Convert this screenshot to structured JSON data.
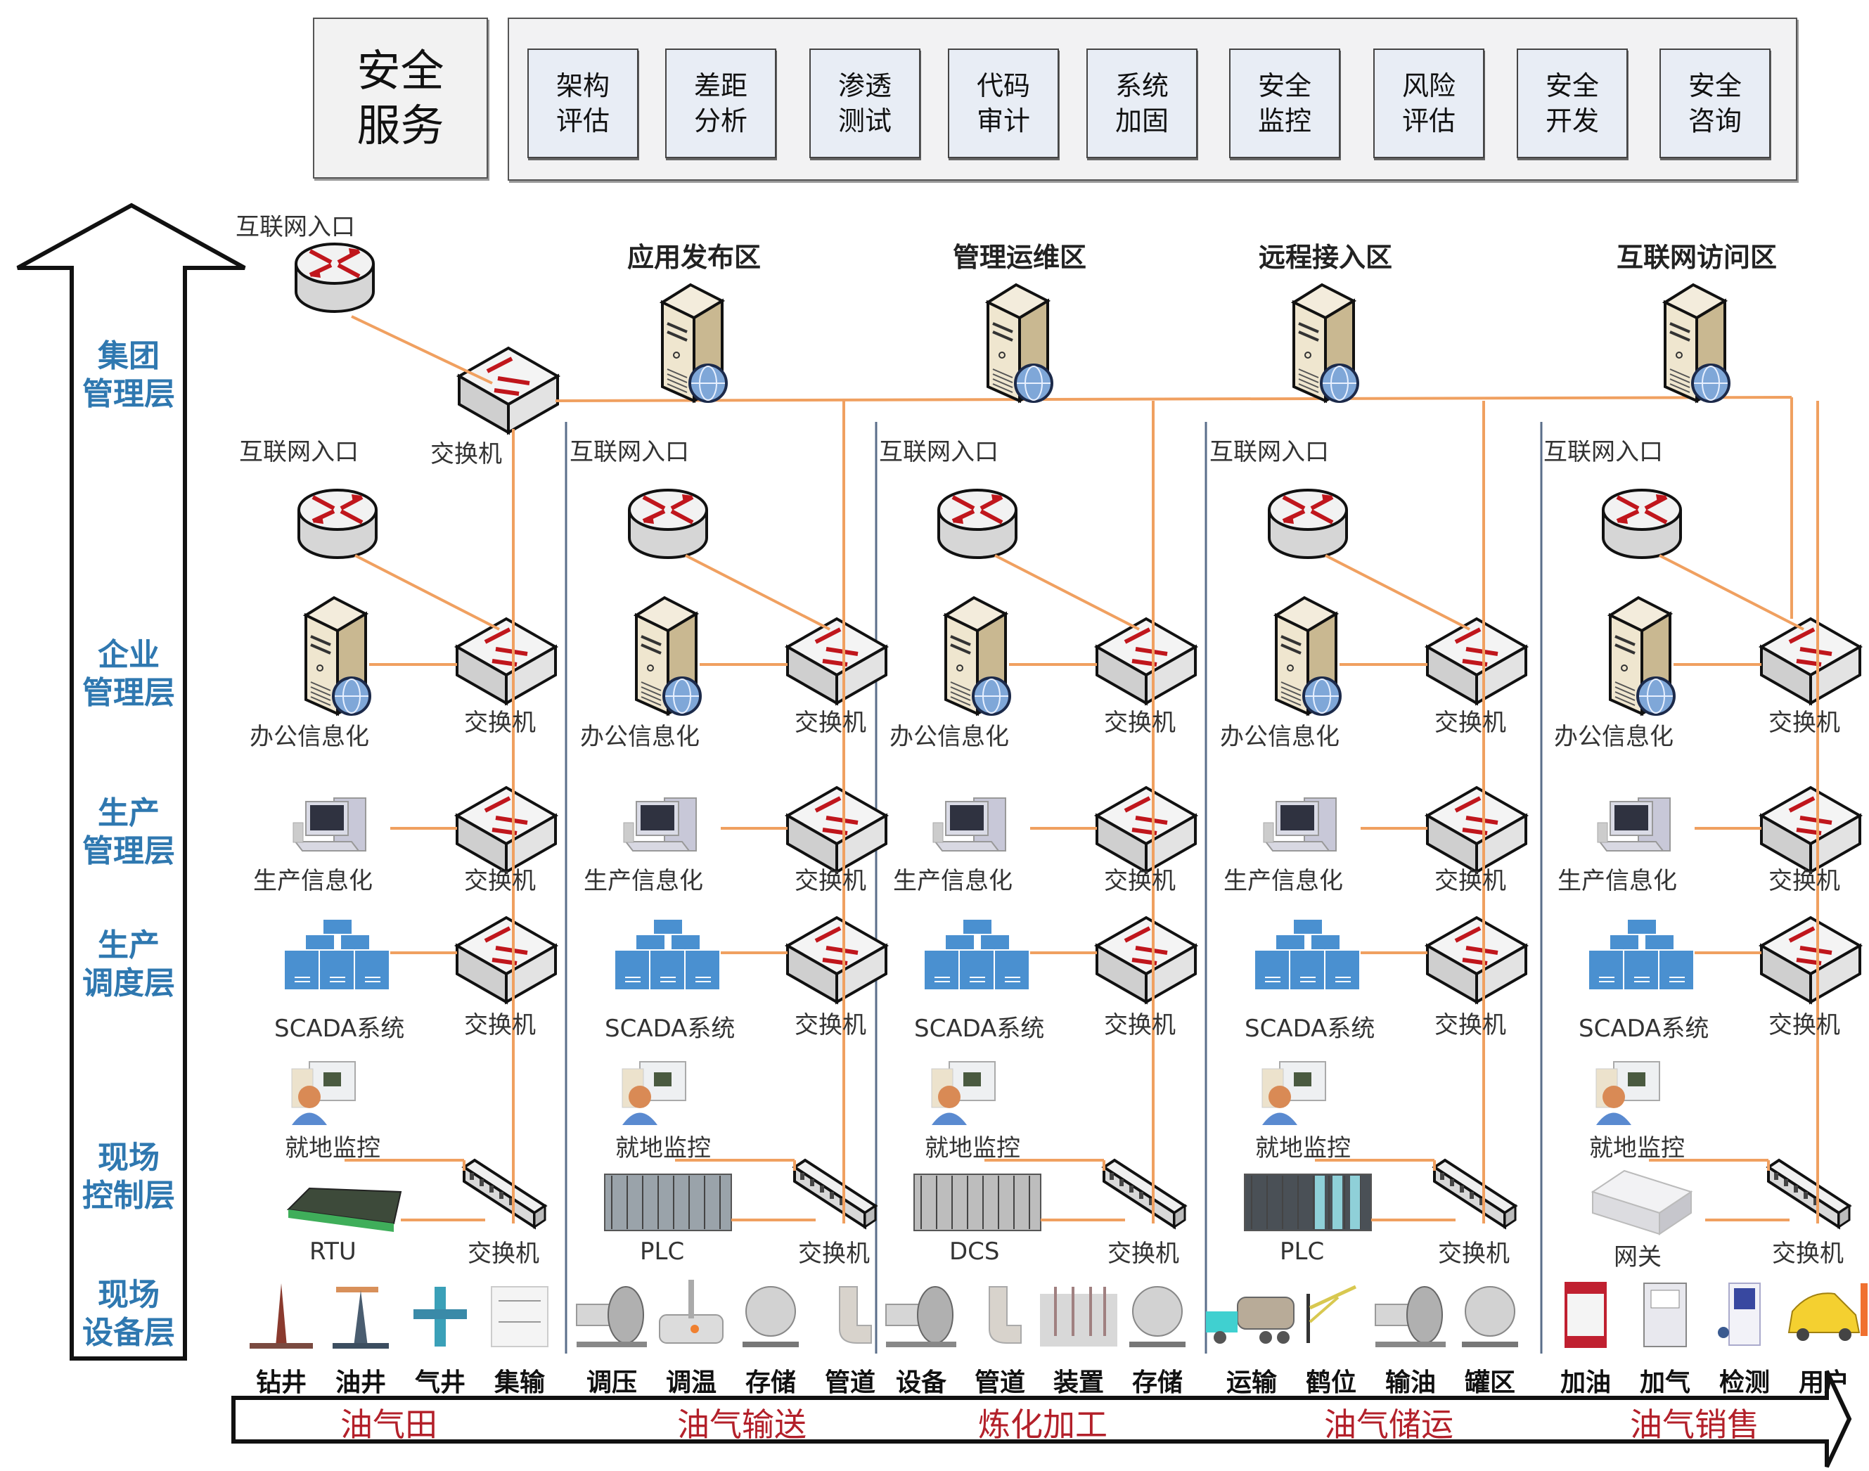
{
  "security_service": {
    "title": "安全\n服务",
    "items": [
      "架构\n评估",
      "差距\n分析",
      "渗透\n测试",
      "代码\n审计",
      "系统\n加固",
      "安全\n监控",
      "风险\n评估",
      "安全\n开发",
      "安全\n咨询"
    ]
  },
  "layers": [
    {
      "label": "集团\n管理层"
    },
    {
      "label": "企业\n管理层"
    },
    {
      "label": "生产\n管理层"
    },
    {
      "label": "生产\n调度层"
    },
    {
      "label": "现场\n控制层"
    },
    {
      "label": "现场\n设备层"
    }
  ],
  "group_level": {
    "internet_entry_label": "互联网入口",
    "core_switch_label": "交换机",
    "zones": [
      "应用发布区",
      "管理运维区",
      "远程接入区",
      "互联网访问区"
    ]
  },
  "sectors": [
    {
      "name": "油气田",
      "internet_entry": "互联网入口",
      "office": "办公信息化",
      "production_info": "生产信息化",
      "scada": "SCADA系统",
      "local_monitor": "就地监控",
      "controller": "RTU",
      "switch": "交换机",
      "equipment": [
        "钻井",
        "油井",
        "气井",
        "集输"
      ]
    },
    {
      "name": "油气输送",
      "internet_entry": "互联网入口",
      "office": "办公信息化",
      "production_info": "生产信息化",
      "scada": "SCADA系统",
      "local_monitor": "就地监控",
      "controller": "PLC",
      "switch": "交换机",
      "equipment": [
        "调压",
        "调温",
        "存储",
        "管道"
      ]
    },
    {
      "name": "炼化加工",
      "internet_entry": "互联网入口",
      "office": "办公信息化",
      "production_info": "生产信息化",
      "scada": "SCADA系统",
      "local_monitor": "就地监控",
      "controller": "DCS",
      "switch": "交换机",
      "equipment": [
        "设备",
        "管道",
        "装置",
        "存储"
      ]
    },
    {
      "name": "油气储运",
      "internet_entry": "互联网入口",
      "office": "办公信息化",
      "production_info": "生产信息化",
      "scada": "SCADA系统",
      "local_monitor": "就地监控",
      "controller": "PLC",
      "switch": "交换机",
      "equipment": [
        "运输",
        "鹤位",
        "输油",
        "罐区"
      ]
    },
    {
      "name": "油气销售",
      "internet_entry": "互联网入口",
      "office": "办公信息化",
      "production_info": "生产信息化",
      "scada": "SCADA系统",
      "local_monitor": "就地监控",
      "controller": "网关",
      "switch": "交换机",
      "equipment": [
        "加油",
        "加气",
        "检测",
        "用户"
      ]
    }
  ],
  "colors": {
    "wire": "#f0a060",
    "layer_text": "#2f78b0",
    "sector_text": "#b3202a",
    "router_arrow": "#c0161c",
    "scada_blue": "#4a90d0"
  }
}
